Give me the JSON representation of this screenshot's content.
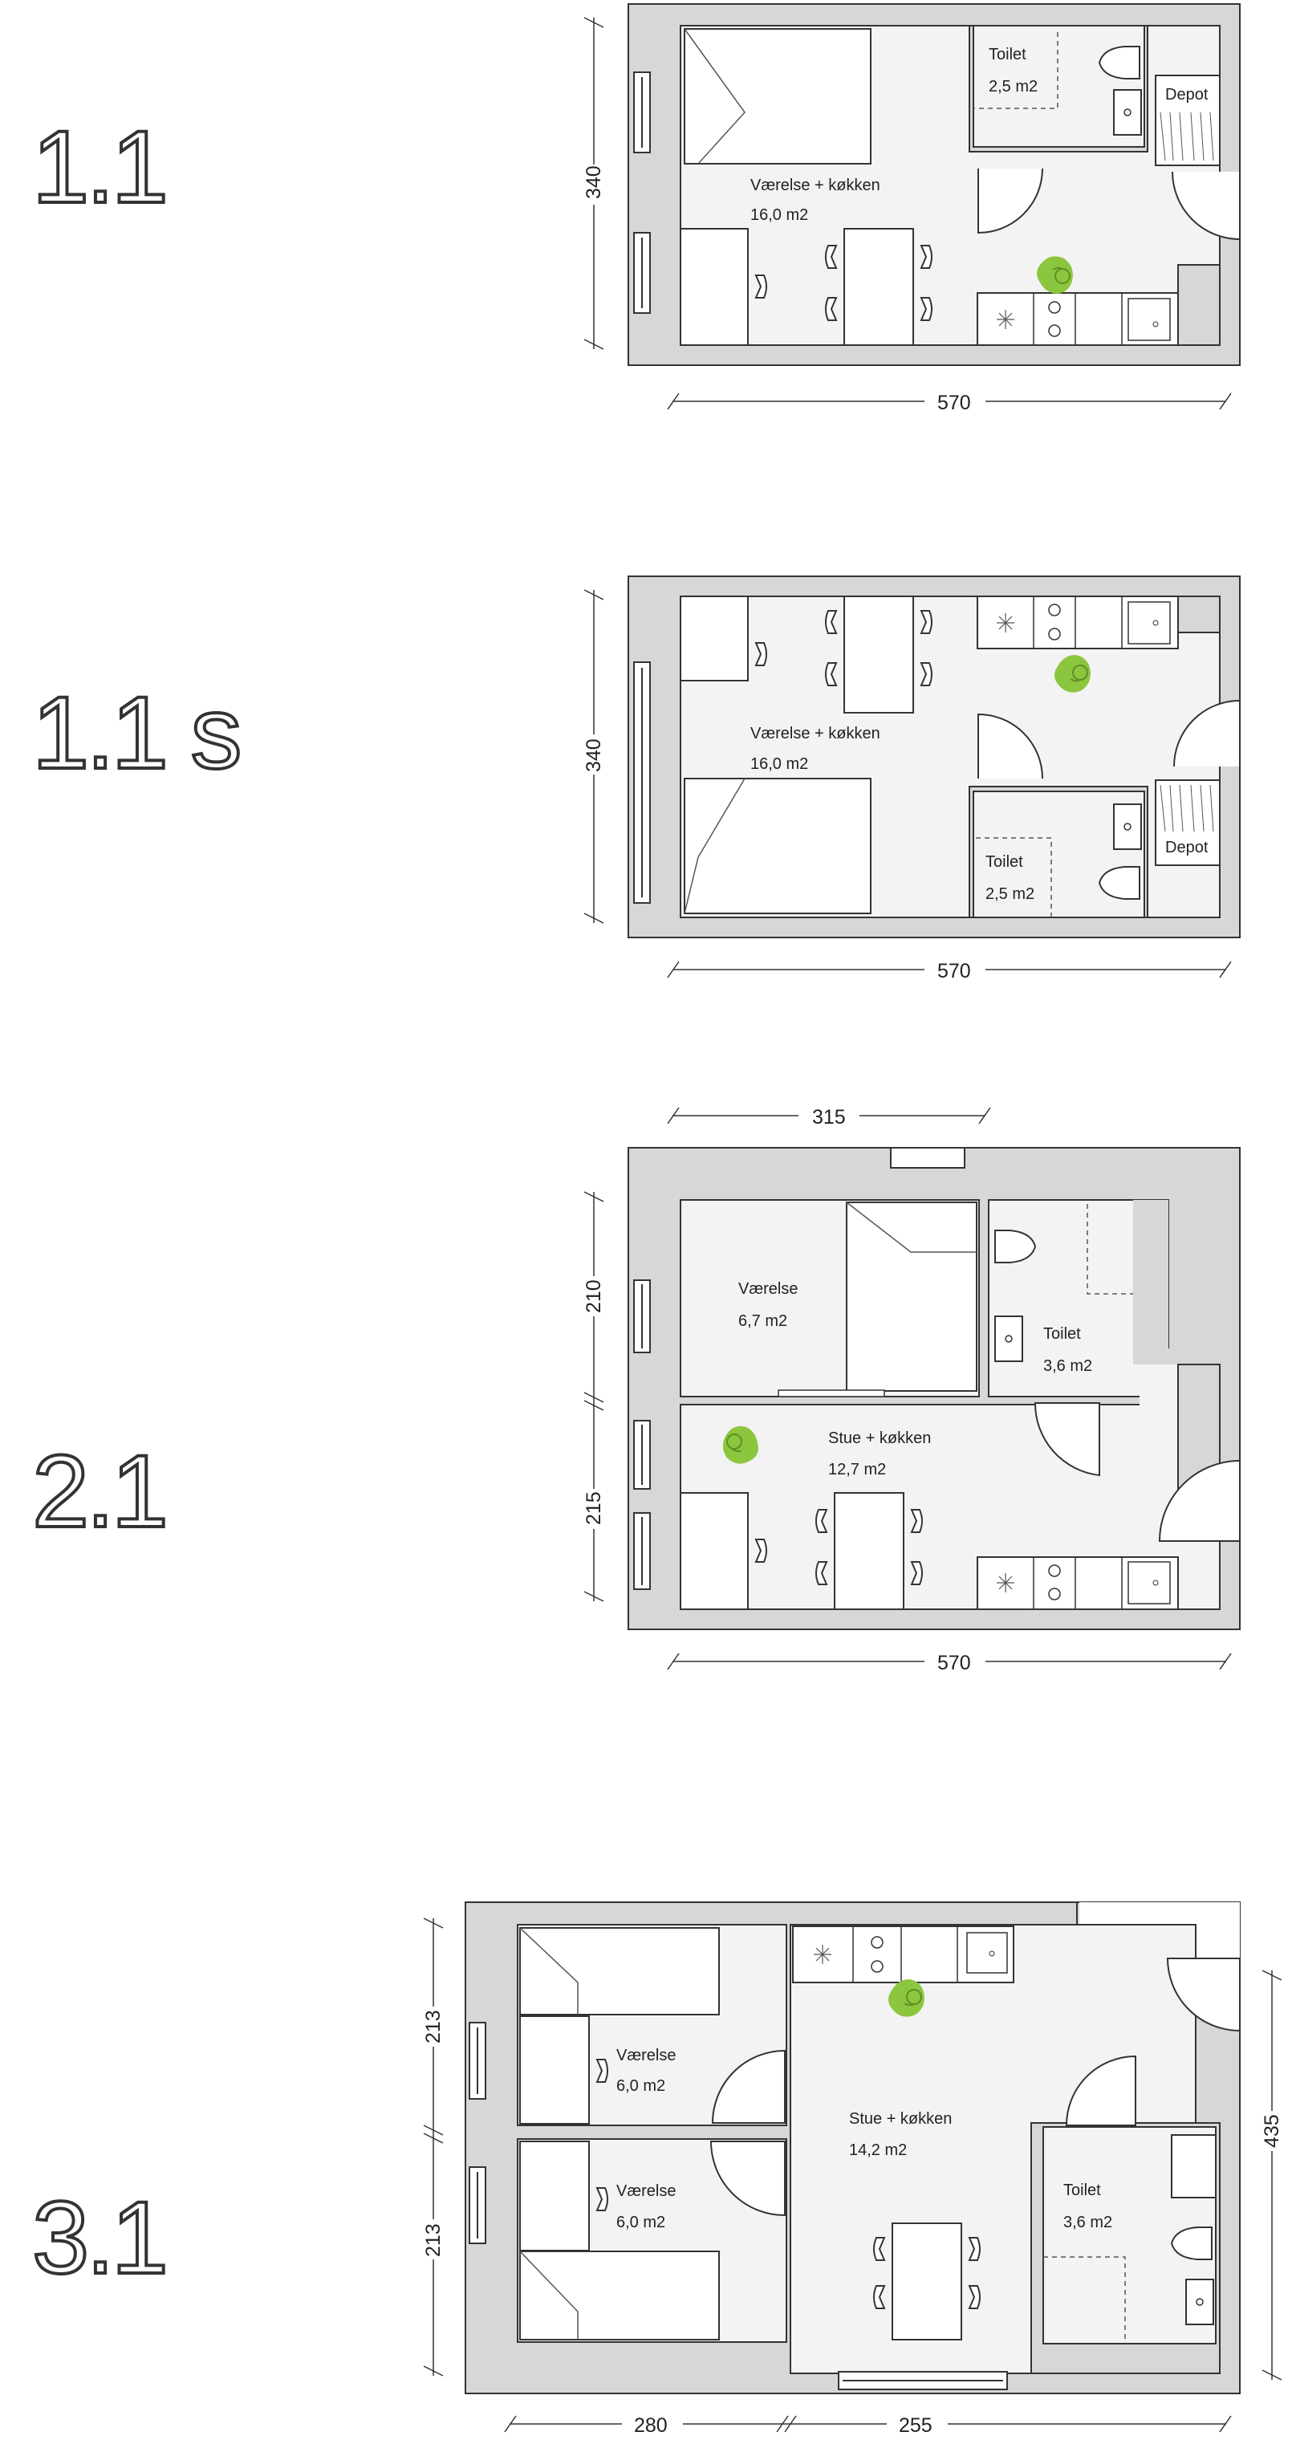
{
  "plans": [
    {
      "id": "1.1",
      "label": "1.1",
      "rooms": [
        {
          "name": "Værelse + køkken",
          "area": "16,0 m2"
        },
        {
          "name": "Toilet",
          "area": "2,5 m2"
        },
        {
          "name": "Depot",
          "area": ""
        }
      ],
      "dims": {
        "height": "340",
        "width": "570"
      }
    },
    {
      "id": "1.1s",
      "label": "1.1 s",
      "rooms": [
        {
          "name": "Værelse + køkken",
          "area": "16,0 m2"
        },
        {
          "name": "Toilet",
          "area": "2,5 m2"
        },
        {
          "name": "Depot",
          "area": ""
        }
      ],
      "dims": {
        "height": "340",
        "width": "570"
      }
    },
    {
      "id": "2.1",
      "label": "2.1",
      "rooms": [
        {
          "name": "Værelse",
          "area": "6,7 m2"
        },
        {
          "name": "Toilet",
          "area": "3,6 m2"
        },
        {
          "name": "Stue + køkken",
          "area": "12,7 m2"
        }
      ],
      "dims": {
        "top": "315",
        "left_upper": "210",
        "left_lower": "215",
        "width": "570"
      }
    },
    {
      "id": "3.1",
      "label": "3.1",
      "rooms": [
        {
          "name": "Værelse",
          "area": "6,0 m2"
        },
        {
          "name": "Værelse",
          "area": "6,0 m2"
        },
        {
          "name": "Stue + køkken",
          "area": "14,2 m2"
        },
        {
          "name": "Toilet",
          "area": "3,6 m2"
        }
      ],
      "dims": {
        "left_upper": "213",
        "left_lower": "213",
        "right": "435",
        "bottom_left": "280",
        "bottom_right": "255"
      }
    }
  ],
  "colors": {
    "wall": "#d7d7d7",
    "floor": "#f3f3f3",
    "line": "#333333",
    "person": "#8cc63f"
  }
}
